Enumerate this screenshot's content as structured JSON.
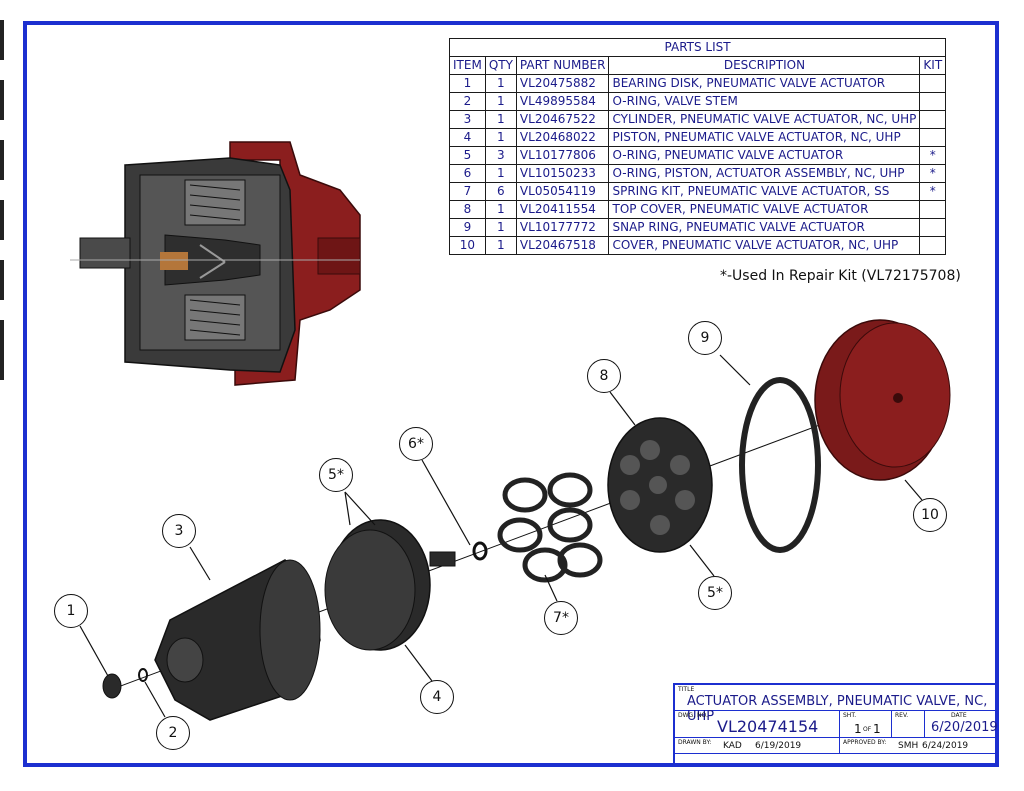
{
  "parts_list": {
    "title": "PARTS LIST",
    "headers": [
      "ITEM",
      "QTY",
      "PART NUMBER",
      "DESCRIPTION",
      "KIT"
    ],
    "rows": [
      {
        "item": "1",
        "qty": "1",
        "part": "VL20475882",
        "desc": "BEARING DISK, PNEUMATIC VALVE ACTUATOR",
        "kit": ""
      },
      {
        "item": "2",
        "qty": "1",
        "part": "VL49895584",
        "desc": "O-RING, VALVE STEM",
        "kit": ""
      },
      {
        "item": "3",
        "qty": "1",
        "part": "VL20467522",
        "desc": "CYLINDER, PNEUMATIC VALVE ACTUATOR, NC, UHP",
        "kit": ""
      },
      {
        "item": "4",
        "qty": "1",
        "part": "VL20468022",
        "desc": "PISTON, PNEUMATIC VALVE ACTUATOR, NC, UHP",
        "kit": ""
      },
      {
        "item": "5",
        "qty": "3",
        "part": "VL10177806",
        "desc": "O-RING, PNEUMATIC VALVE ACTUATOR",
        "kit": "*"
      },
      {
        "item": "6",
        "qty": "1",
        "part": "VL10150233",
        "desc": "O-RING, PISTON, ACTUATOR ASSEMBLY, NC, UHP",
        "kit": "*"
      },
      {
        "item": "7",
        "qty": "6",
        "part": "VL05054119",
        "desc": "SPRING KIT, PNEUMATIC VALVE ACTUATOR, SS",
        "kit": "*"
      },
      {
        "item": "8",
        "qty": "1",
        "part": "VL20411554",
        "desc": "TOP COVER, PNEUMATIC VALVE ACTUATOR",
        "kit": ""
      },
      {
        "item": "9",
        "qty": "1",
        "part": "VL10177772",
        "desc": "SNAP RING, PNEUMATIC VALVE ACTUATOR",
        "kit": ""
      },
      {
        "item": "10",
        "qty": "1",
        "part": "VL20467518",
        "desc": "COVER, PNEUMATIC VALVE ACTUATOR, NC, UHP",
        "kit": ""
      }
    ],
    "kit_note": "*-Used In Repair Kit (VL72175708)"
  },
  "callouts": [
    {
      "id": "c1",
      "label": "1"
    },
    {
      "id": "c2",
      "label": "2"
    },
    {
      "id": "c3",
      "label": "3"
    },
    {
      "id": "c4",
      "label": "4"
    },
    {
      "id": "c5a",
      "label": "5*"
    },
    {
      "id": "c5b",
      "label": "5*"
    },
    {
      "id": "c6",
      "label": "6*"
    },
    {
      "id": "c7",
      "label": "7*"
    },
    {
      "id": "c8",
      "label": "8"
    },
    {
      "id": "c9",
      "label": "9"
    },
    {
      "id": "c10",
      "label": "10"
    }
  ],
  "title_block": {
    "title_label": "TITLE",
    "title": "ACTUATOR ASSEMBLY, PNEUMATIC VALVE, NC, UHP",
    "dwg_label": "DWG. NO.",
    "dwg_no": "VL20474154",
    "sht_label": "SHT.",
    "sht_num": "1",
    "sht_of": "OF",
    "sht_total": "1",
    "rev_label": "REV.",
    "rev": "",
    "date_label": "DATE",
    "date": "6/20/2019",
    "drawn_label": "DRAWN BY:",
    "drawn_by": "KAD",
    "drawn_date": "6/19/2019",
    "approved_label": "APPROVED BY:",
    "approved_by": "SMH",
    "approved_date": "6/24/2019"
  },
  "colors": {
    "border": "#1c2fd0",
    "text_blue": "#1b1b8a",
    "part_dark": "#2a2a2a",
    "part_red": "#8b1e1e"
  }
}
